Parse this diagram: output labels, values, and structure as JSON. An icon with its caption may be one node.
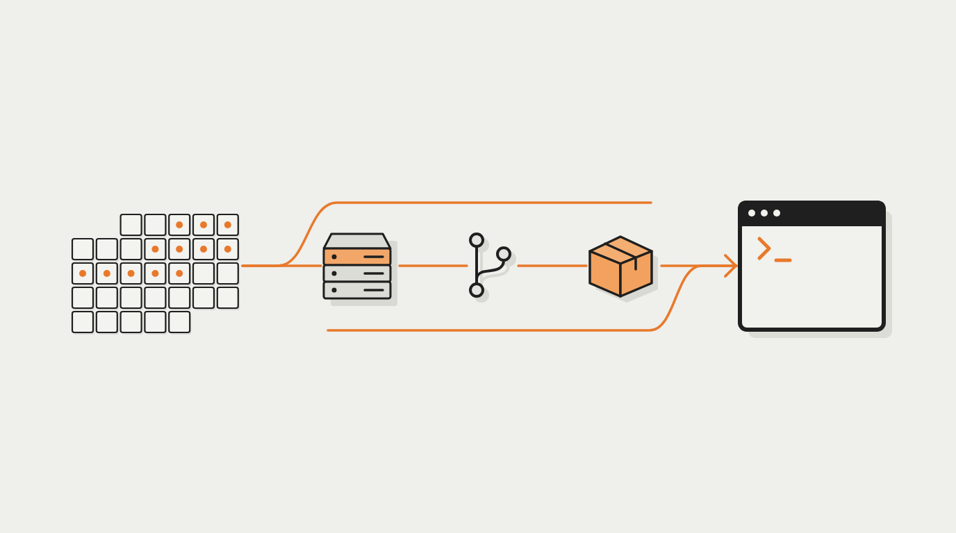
{
  "diagram": {
    "nodes": [
      {
        "text": [],
        "shape": "picture"
      },
      {
        "text": [],
        "shape": "picture"
      },
      {
        "text": [],
        "shape": "picture"
      },
      {
        "text": [],
        "shape": "picture"
      },
      {
        "text": [],
        "shape": "picture"
      }
    ],
    "edges": [
      {
        "from": 0,
        "to": 1,
        "arrow": "none"
      },
      {
        "from": 0,
        "to": null,
        "arrow": "none"
      },
      {
        "from": 1,
        "to": 2,
        "arrow": "none"
      },
      {
        "from": 2,
        "to": 3,
        "arrow": "none"
      },
      {
        "from": 3,
        "to": 4,
        "arrow": "to"
      },
      {
        "from": null,
        "to": 4,
        "arrow": "to"
      }
    ]
  }
}
